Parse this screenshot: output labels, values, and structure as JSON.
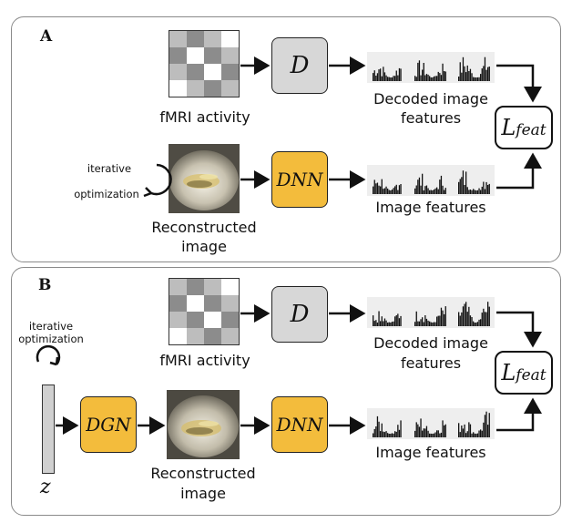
{
  "panel_a": {
    "label": "A",
    "fmri_caption": "fMRI activity",
    "decoder_label": "D",
    "dnn_label": "DNN",
    "decoded_caption_1": "Decoded image",
    "decoded_caption_2": "features",
    "image_features_caption": "Image features",
    "loss_main": "L",
    "loss_sub": "feat",
    "iter_line1": "iterative",
    "iter_line2": "optimization",
    "recon_caption_1": "Reconstructed",
    "recon_caption_2": "image"
  },
  "panel_b": {
    "label": "B",
    "fmri_caption": "fMRI activity",
    "decoder_label": "D",
    "dgn_label": "DGN",
    "dnn_label": "DNN",
    "decoded_caption_1": "Decoded image",
    "decoded_caption_2": "features",
    "image_features_caption": "Image features",
    "loss_main": "L",
    "loss_sub": "feat",
    "iter_line1": "iterative",
    "iter_line2": "optimization",
    "recon_caption_1": "Reconstructed",
    "recon_caption_2": "image",
    "z_label": "z"
  },
  "colors": {
    "decoder_fill": "#d7d7d7",
    "network_fill": "#f3bc3c",
    "panel_border": "#8a8a8a"
  },
  "fmri_pattern": [
    [
      1,
      0,
      1,
      2
    ],
    [
      0,
      2,
      0,
      1
    ],
    [
      1,
      0,
      2,
      0
    ],
    [
      2,
      1,
      0,
      1
    ]
  ]
}
